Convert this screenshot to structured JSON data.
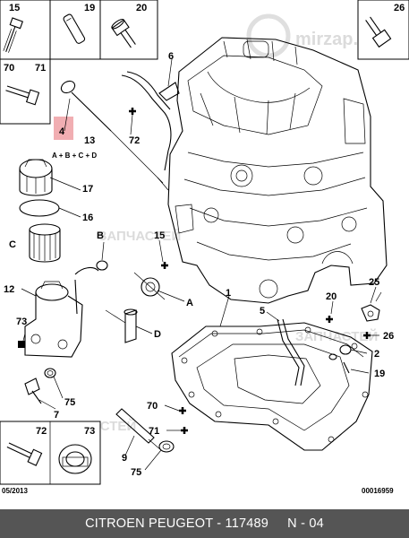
{
  "watermark": {
    "brand": "mirzap.ru",
    "subtitle": "ЗАПЧАСТЕЙ"
  },
  "inset_boxes": {
    "b15": "15",
    "b19": "19",
    "b20": "20",
    "b26": "26",
    "b70": "70",
    "b71": "71",
    "b72": "72",
    "b73": "73"
  },
  "callouts": {
    "c4": "4",
    "c6": "6",
    "c13": "13",
    "c72": "72",
    "c_formula": "A + B + C + D",
    "c17": "17",
    "c16": "16",
    "cB1": "B",
    "cC": "C",
    "c15": "15",
    "cA": "A",
    "c12": "12",
    "c73": "73",
    "cD": "D",
    "c1": "1",
    "c5": "5",
    "c20": "20",
    "c25": "25",
    "c26": "26",
    "c2": "2",
    "c19": "19",
    "c70": "70",
    "c71": "71",
    "c9": "9",
    "c75a": "75",
    "c75b": "75",
    "c7": "7"
  },
  "footer_date": "05/2013",
  "footer_code": "00016959",
  "footer": {
    "text": "CITROEN PEUGEOT - 117489     N - 04"
  },
  "colors": {
    "highlight": "#f1aeb2",
    "footer_bg": "#555555"
  }
}
